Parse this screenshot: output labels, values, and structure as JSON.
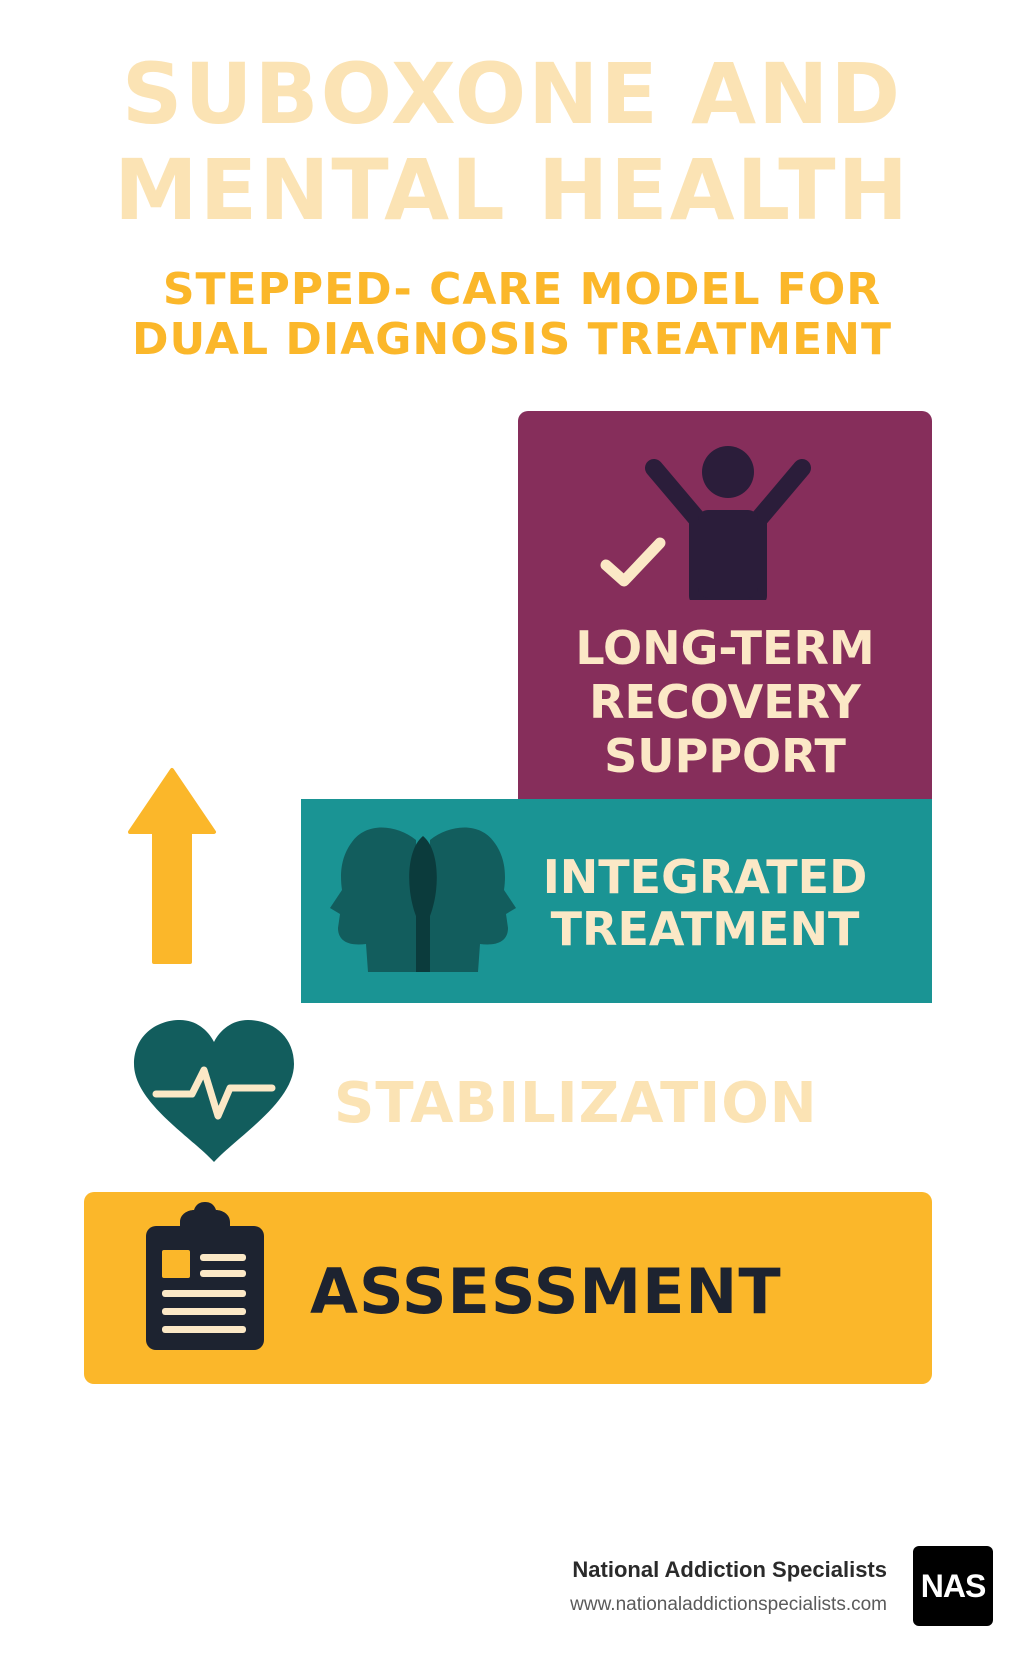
{
  "title": {
    "line1": "SUBOXONE AND",
    "line2": "MENTAL HEALTH"
  },
  "subtitle": {
    "line1": "STEPPED- CARE MODEL FOR",
    "line2": "DUAL DIAGNOSIS TREATMENT"
  },
  "steps": [
    {
      "label": "ASSESSMENT",
      "icon": "clipboard-icon",
      "color": "#fbb72a"
    },
    {
      "label": "STABILIZATION",
      "icon": "heart-pulse-icon",
      "color": "#125d5d"
    },
    {
      "label_line1": "INTEGRATED",
      "label_line2": "TREATMENT",
      "icon": "two-heads-icon",
      "color": "#1a9494"
    },
    {
      "label_line1": "LONG-TERM",
      "label_line2": "RECOVERY",
      "label_line3": "SUPPORT",
      "icon": "person-cheering-icon",
      "color": "#862e5b"
    }
  ],
  "arrow": {
    "icon": "up-arrow-icon",
    "color": "#fbb72a"
  },
  "footer": {
    "organization": "National Addiction Specialists",
    "url": "www.nationaladdictionspecialists.com",
    "logo_text": "NAS"
  }
}
